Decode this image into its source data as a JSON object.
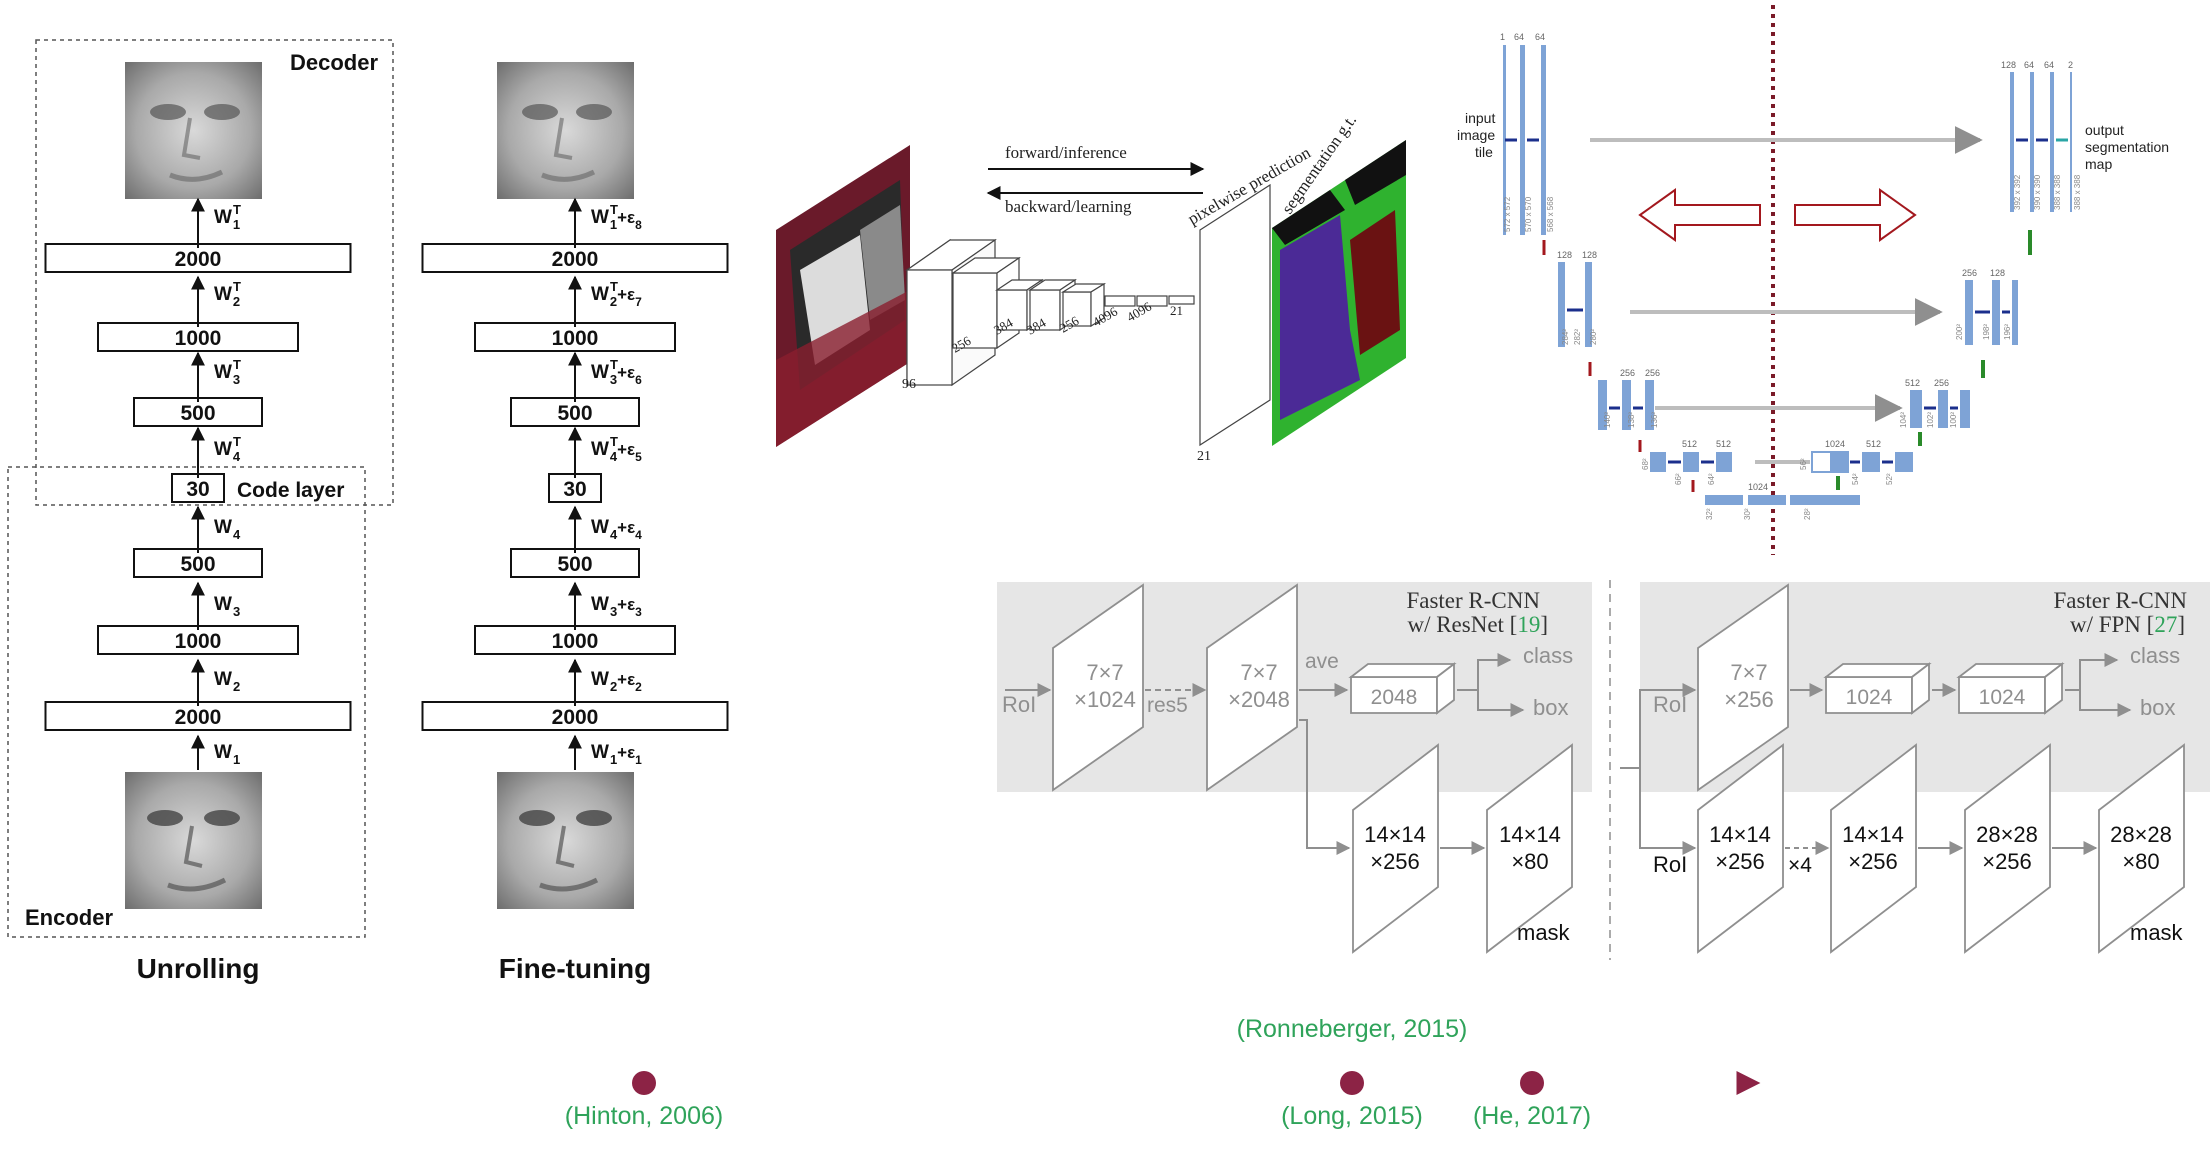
{
  "autoencoder": {
    "unrolling": {
      "title": "Unrolling",
      "decoder_label": "Decoder",
      "encoder_label": "Encoder",
      "code_layer_label": "Code layer",
      "layers": [
        "2000",
        "1000",
        "500",
        "30",
        "500",
        "1000",
        "2000"
      ],
      "weights_top": [
        {
          "base": "W",
          "sub": "1",
          "sup": "T"
        },
        {
          "base": "W",
          "sub": "2",
          "sup": "T"
        },
        {
          "base": "W",
          "sub": "3",
          "sup": "T"
        },
        {
          "base": "W",
          "sub": "4",
          "sup": "T"
        }
      ],
      "weights_bottom": [
        {
          "base": "W",
          "sub": "4"
        },
        {
          "base": "W",
          "sub": "3"
        },
        {
          "base": "W",
          "sub": "2"
        },
        {
          "base": "W",
          "sub": "1"
        }
      ]
    },
    "finetuning": {
      "title": "Fine-tuning",
      "layers": [
        "2000",
        "1000",
        "500",
        "30",
        "500",
        "1000",
        "2000"
      ],
      "weights_top": [
        {
          "base": "W",
          "sub": "1",
          "sup": "T",
          "eps": "+ε",
          "eps_sub": "8"
        },
        {
          "base": "W",
          "sub": "2",
          "sup": "T",
          "eps": "+ε",
          "eps_sub": "7"
        },
        {
          "base": "W",
          "sub": "3",
          "sup": "T",
          "eps": "+ε",
          "eps_sub": "6"
        },
        {
          "base": "W",
          "sub": "4",
          "sup": "T",
          "eps": "+ε",
          "eps_sub": "5"
        }
      ],
      "weights_bottom": [
        {
          "base": "W",
          "sub": "4",
          "eps": "+ε",
          "eps_sub": "4"
        },
        {
          "base": "W",
          "sub": "3",
          "eps": "+ε",
          "eps_sub": "3"
        },
        {
          "base": "W",
          "sub": "2",
          "eps": "+ε",
          "eps_sub": "2"
        },
        {
          "base": "W",
          "sub": "1",
          "eps": "+ε",
          "eps_sub": "1"
        }
      ]
    }
  },
  "fcn": {
    "forward_label": "forward/inference",
    "backward_label": "backward/learning",
    "pixelwise_label": "pixelwise prediction",
    "segmentation_label": "segmentation g.t.",
    "dims": [
      "96",
      "256",
      "384",
      "384",
      "256",
      "4096",
      "4096",
      "21"
    ],
    "output_dim": "21"
  },
  "unet": {
    "input_label": [
      "input",
      "image",
      "tile"
    ],
    "output_label": [
      "output",
      "segmentation",
      "map"
    ],
    "top_left_channels": [
      "1",
      "64",
      "64"
    ],
    "top_right_channels": [
      "128",
      "64",
      "64",
      "2"
    ],
    "level2_left": [
      "128",
      "128"
    ],
    "level2_right": [
      "256",
      "128"
    ],
    "level3_left": [
      "256",
      "256"
    ],
    "level3_right": [
      "512",
      "256"
    ],
    "level4_left": [
      "512",
      "512"
    ],
    "level4_right": [
      "1024",
      "512"
    ],
    "bottom": [
      "1024"
    ],
    "side_sizes_left": [
      "572 x 572",
      "570 x 570",
      "568 x 568"
    ],
    "side_sizes_right": [
      "392 x 392",
      "390 x 390",
      "388 x 388",
      "388 x 388"
    ],
    "level_sizes": [
      "284²",
      "282²",
      "280²",
      "140²",
      "138²",
      "136²",
      "68²",
      "66²",
      "64²",
      "32²",
      "30²",
      "28²",
      "56²",
      "54²",
      "52²",
      "104²",
      "102²",
      "100²",
      "200²",
      "198²",
      "196²"
    ]
  },
  "maskrcnn": {
    "left": {
      "title_line1": "Faster R-CNN",
      "title_line2": "w/ ResNet [",
      "ref": "19",
      "title_close": "]",
      "roi": "RoI",
      "box1": [
        "7×7",
        "×1024"
      ],
      "res5": "res5",
      "box2": [
        "7×7",
        "×2048"
      ],
      "ave": "ave",
      "fc": "2048",
      "class": "class",
      "box": "box",
      "mask1": [
        "14×14",
        "×256"
      ],
      "mask2": [
        "14×14",
        "×80"
      ],
      "mask_label": "mask"
    },
    "right": {
      "title_line1": "Faster R-CNN",
      "title_line2": "w/ FPN [",
      "ref": "27",
      "title_close": "]",
      "roi_top": "RoI",
      "box1": [
        "7×7",
        "×256"
      ],
      "fc1": "1024",
      "fc2": "1024",
      "class": "class",
      "box": "box",
      "roi_bottom": "RoI",
      "m1": [
        "14×14",
        "×256"
      ],
      "x4": "×4",
      "m2": [
        "14×14",
        "×256"
      ],
      "m3": [
        "28×28",
        "×256"
      ],
      "m4": [
        "28×28",
        "×80"
      ],
      "mask_label": "mask"
    }
  },
  "timeline": {
    "events": [
      {
        "label": "(Hinton, 2006)",
        "pos": "below"
      },
      {
        "label": "(Ronneberger, 2015)",
        "pos": "above"
      },
      {
        "label": "(Long, 2015)",
        "pos": "below"
      },
      {
        "label": "(He, 2017)",
        "pos": "below"
      }
    ]
  },
  "colors": {
    "timeline": "#8c2345",
    "citation": "#2fa35a",
    "unet_blue": "#7ea3d6",
    "unet_arrow_blue": "#1b2f8c",
    "unet_down": "#a3181e",
    "unet_up": "#2a8a2a",
    "divider": "#7a1a28",
    "gray_panel": "#e6e6e6",
    "gray_line": "#8f8f8f"
  }
}
